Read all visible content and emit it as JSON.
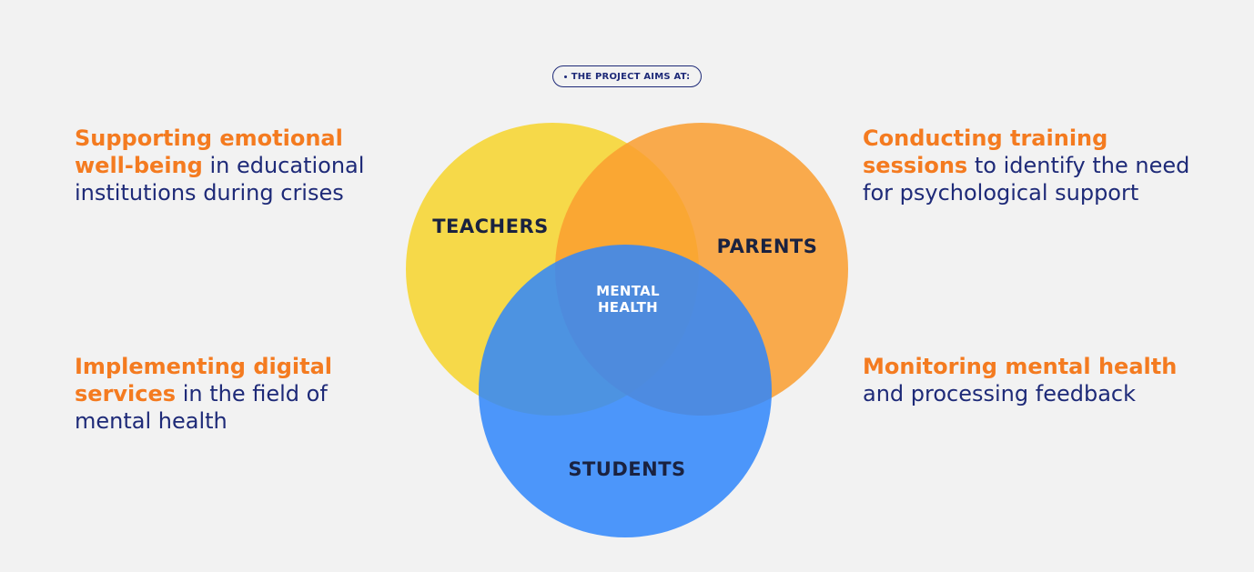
{
  "header": {
    "label": "THE PROJECT AIMS AT:"
  },
  "venn": {
    "circles": [
      {
        "label": "TEACHERS",
        "color": "#f7d52c"
      },
      {
        "label": "PARENTS",
        "color": "#fa9d2f"
      },
      {
        "label": "STUDENTS",
        "color": "#2f86fb"
      }
    ],
    "center_line1": "MENTAL",
    "center_line2": "HEALTH"
  },
  "aims": {
    "top_left": {
      "highlight": "Supporting emotional well-being",
      "rest": " in educational institutions during crises"
    },
    "top_right": {
      "highlight": "Conducting training sessions",
      "rest": " to identify the need for psychological support"
    },
    "bottom_left": {
      "highlight": "Implementing digital services",
      "rest": " in the field of mental health"
    },
    "bottom_right": {
      "highlight": "Monitoring mental health",
      "rest": " and processing feedback"
    }
  },
  "colors": {
    "accent_orange": "#f47b20",
    "text_navy": "#1e2a78",
    "background": "#f2f2f2"
  }
}
